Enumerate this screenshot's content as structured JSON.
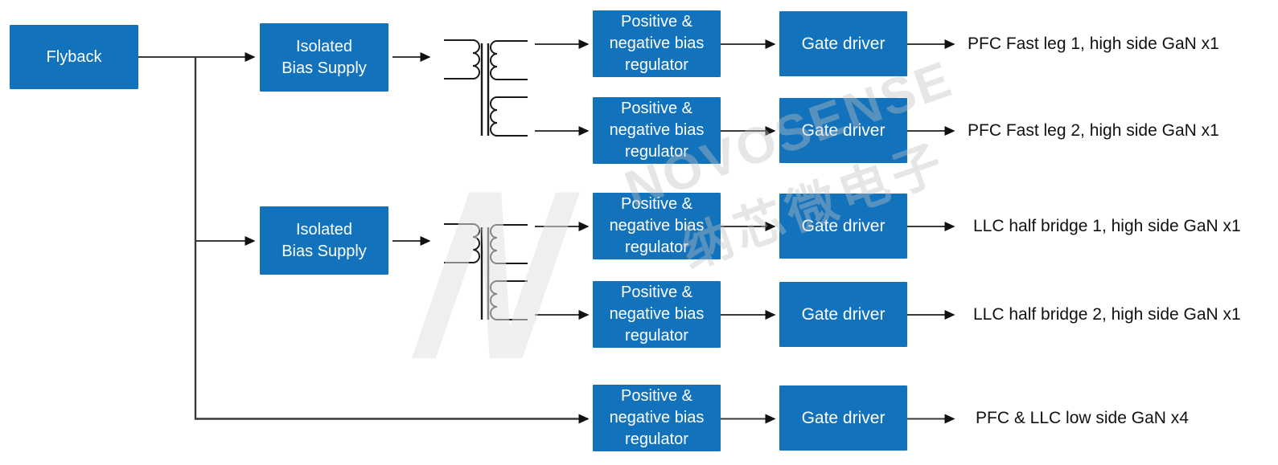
{
  "diagram": {
    "type": "block-diagram",
    "topic": "Flyback-derived isolated bias supply and gate-drive architecture for PFC + LLC GaN stages"
  },
  "colors": {
    "block_fill": "#1272BC",
    "block_text": "#ffffff",
    "connector_line": "#3a3a3a",
    "arrowhead": "#111111",
    "output_label_text": "#111111",
    "watermark_gray": "#e2e2e2"
  },
  "blocks": {
    "flyback": {
      "label": "Flyback"
    },
    "isolated_bias_supply": {
      "line1": "Isolated",
      "line2": "Bias Supply"
    },
    "bias_regulator": {
      "line1": "Positive &",
      "line2": "negative bias",
      "line3": "regulator"
    },
    "gate_driver": {
      "label": "Gate driver"
    }
  },
  "rows": [
    {
      "output": "PFC Fast leg 1, high side GaN x1"
    },
    {
      "output": "PFC Fast leg 2, high side GaN x1"
    },
    {
      "output": "LLC half bridge 1, high side GaN x1"
    },
    {
      "output": "LLC half bridge 2, high side GaN x1"
    },
    {
      "output": "PFC & LLC low side GaN x4"
    }
  ],
  "symbols": {
    "transformer_count": 2,
    "transformer_description": "isolation transformer, one primary winding and two secondary windings"
  },
  "watermark": {
    "logo_letter": "N",
    "brand": "NOVOSENSE",
    "brand_cn": "纳芯微电子"
  }
}
